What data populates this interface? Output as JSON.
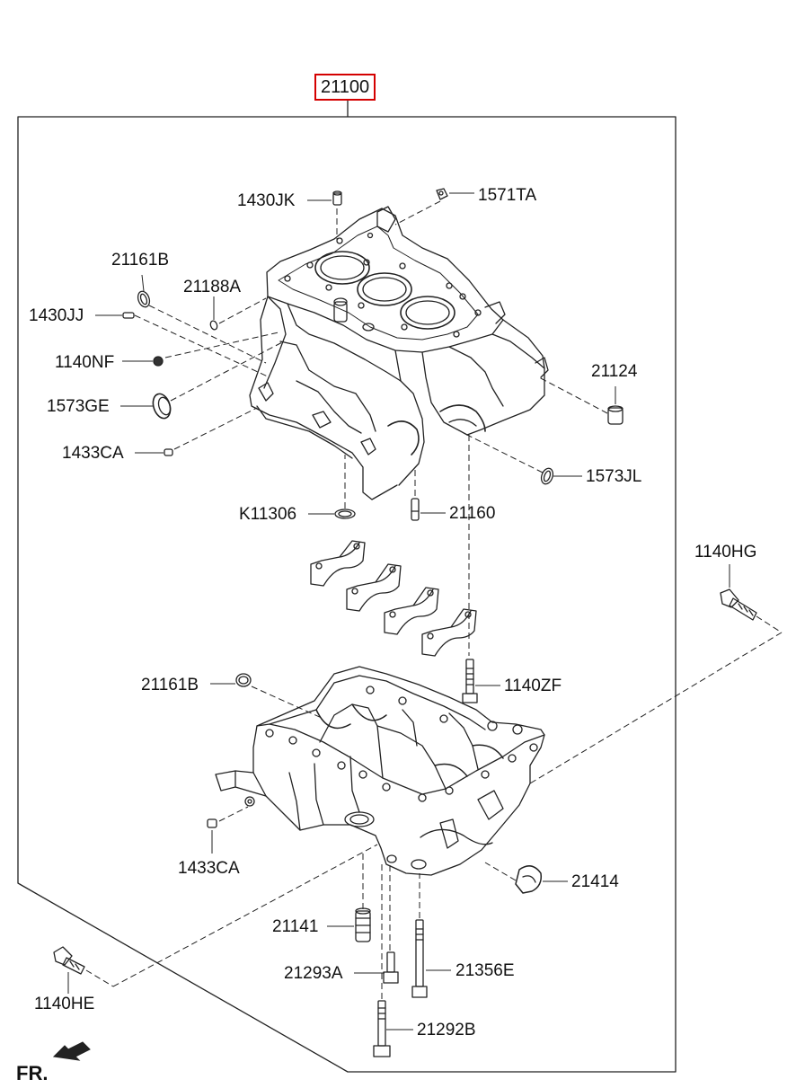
{
  "assembly": {
    "number": "21100",
    "highlight_color": "#d40000"
  },
  "front_indicator": {
    "text": "FR."
  },
  "parts": {
    "p1430JK": "1430JK",
    "p1571TA": "1571TA",
    "p21161B_top": "21161B",
    "p21188A": "21188A",
    "p1430JJ": "1430JJ",
    "p1140NF": "1140NF",
    "p21124": "21124",
    "p1573GE": "1573GE",
    "p1433CA_top": "1433CA",
    "p1573JL": "1573JL",
    "pK11306": "K11306",
    "p21160": "21160",
    "p1140HG": "1140HG",
    "p21161B_lower": "21161B",
    "p1140ZF": "1140ZF",
    "p1433CA_lower": "1433CA",
    "p21414": "21414",
    "p21141": "21141",
    "p21293A": "21293A",
    "p21356E": "21356E",
    "p1140HE": "1140HE",
    "p21292B": "21292B"
  }
}
